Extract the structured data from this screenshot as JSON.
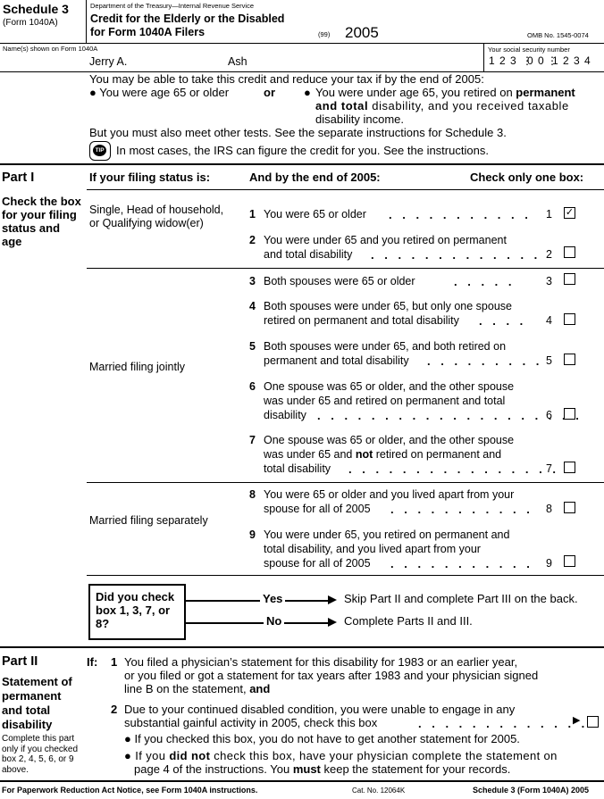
{
  "header": {
    "schedule": "Schedule 3",
    "form_ref": "(Form 1040A)",
    "department": "Department of the Treasury—Internal Revenue Service",
    "title_line1": "Credit for the Elderly or the Disabled",
    "title_line2": "for Form 1040A Filers",
    "code": "(99)",
    "year": "2005",
    "omb": "OMB No. 1545-0074"
  },
  "identity": {
    "name_label": "Name(s) shown on Form 1040A",
    "first_name": "Jerry A.",
    "last_name": "Ash",
    "ssn_label": "Your social security number",
    "ssn_part1": "1 2 3",
    "ssn_part2": "0 0",
    "ssn_part3": "1 2 3 4"
  },
  "intro": {
    "line1": "You may be able to take this credit and reduce your tax if by the end of 2005:",
    "bullet_age": "You were age 65 or older",
    "or_text": "or",
    "bullet_disabled_a": "You were under age 65, you retired on ",
    "bullet_disabled_bold1": "permanent",
    "bullet_disabled_b_bold": "and total",
    "bullet_disabled_b": " disability, and you received taxable",
    "bullet_disabled_c": "disability income.",
    "tests": "But you must also meet other tests. See the separate instructions for Schedule 3.",
    "tip_badge": "TIP",
    "tip_text": "In most cases, the IRS can figure the credit for you. See the instructions."
  },
  "part1": {
    "label": "Part I",
    "side_heading": "Check the box for your filing status and age",
    "col_status": "If your filing status is:",
    "col_by_end": "And by the end of 2005:",
    "col_check": "Check only one box:",
    "group_single": "Single, Head of household, or Qualifying widow(er)",
    "group_joint": "Married filing jointly",
    "group_separate": "Married filing separately",
    "items": [
      {
        "num": "1",
        "lines": [
          "You were 65 or older"
        ],
        "checked": true,
        "mark": "✓"
      },
      {
        "num": "2",
        "lines": [
          "You were under 65 and you retired on permanent",
          "and total disability"
        ],
        "checked": false,
        "mark": ""
      },
      {
        "num": "3",
        "lines": [
          "Both spouses were 65 or older"
        ],
        "checked": false,
        "mark": ""
      },
      {
        "num": "4",
        "lines": [
          "Both spouses were under 65, but only one spouse",
          "retired on permanent and total disability"
        ],
        "checked": false,
        "mark": ""
      },
      {
        "num": "5",
        "lines": [
          "Both spouses were under 65, and both retired on",
          "permanent and total disability"
        ],
        "checked": false,
        "mark": ""
      },
      {
        "num": "6",
        "lines": [
          "One spouse was 65 or older, and the other spouse",
          "was under 65 and retired on permanent and total",
          "disability"
        ],
        "checked": false,
        "mark": ""
      },
      {
        "num": "7",
        "lines": [
          "One spouse was 65 or older, and the other spouse",
          "was under 65 and not retired on permanent and",
          "total disability"
        ],
        "checked": false,
        "mark": ""
      },
      {
        "num": "8",
        "lines": [
          "You were 65 or older and you lived apart from your",
          "spouse for all of 2005"
        ],
        "checked": false,
        "mark": ""
      },
      {
        "num": "9",
        "lines": [
          "You were under 65, you retired on permanent and",
          "total disability, and you lived apart from your",
          "spouse for all of 2005"
        ],
        "checked": false,
        "mark": ""
      }
    ],
    "decision_q": "Did you check box 1, 3, 7, or 8?",
    "yes": "Yes",
    "yes_text": "Skip Part II and complete Part III on the back.",
    "no": "No",
    "no_text": "Complete Parts II and III."
  },
  "part2": {
    "label": "Part II",
    "side_heading": "Statement of permanent and total disability",
    "side_note": "Complete this part only if you checked box 2, 4, 5, 6, or 9 above.",
    "if": "If:",
    "item1_num": "1",
    "item1_l1": "You filed a physician’s statement for this disability for 1983 or an earlier year,",
    "item1_l2": "or you filed or got a statement for tax years after 1983 and your physician signed",
    "item1_l3a": "line B on the statement, ",
    "item1_l3b": "and",
    "item2_num": "2",
    "item2_l1": "Due to your continued disabled condition, you were unable to engage in any",
    "item2_l2": "substantial gainful activity in 2005, check this box",
    "bullet1": "If you checked this box, you do not have to get another statement for 2005.",
    "bullet2_a": "If you ",
    "bullet2_bold": "did not",
    "bullet2_b": " check this box, have your physician complete the statement on",
    "bullet2_l2a": "page 4 of the instructions. You ",
    "bullet2_l2_bold": "must",
    "bullet2_l2b": " keep the statement for your records."
  },
  "footer": {
    "left": "For Paperwork Reduction Act Notice, see Form 1040A instructions.",
    "cat": "Cat. No. 12064K",
    "right": "Schedule 3 (Form 1040A) 2005"
  }
}
